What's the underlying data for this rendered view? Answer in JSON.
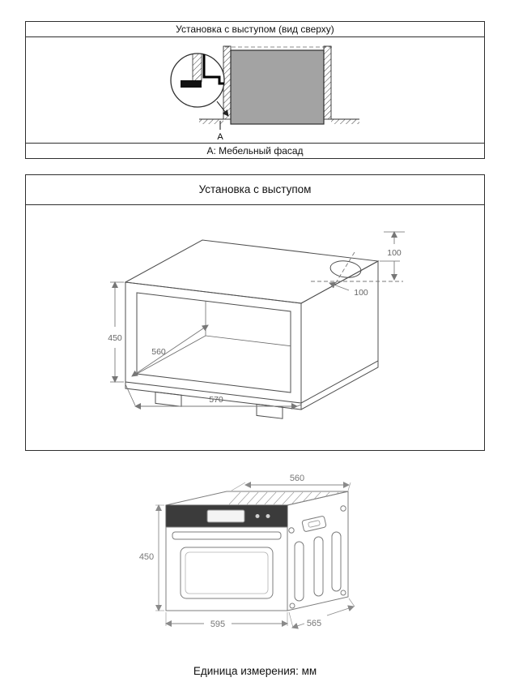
{
  "page": {
    "top_panel": {
      "title": "Установка с выступом (вид сверху)",
      "marker": "A",
      "footer": "A: Мебельный фасад"
    },
    "middle_panel": {
      "title": "Установка с выступом",
      "dims": {
        "height": "450",
        "depth": "560",
        "width": "570",
        "top_offset": "100",
        "side_offset": "100"
      }
    },
    "bottom_panel": {
      "dims": {
        "top_width": "560",
        "height": "450",
        "bottom_width": "595",
        "depth": "565"
      }
    },
    "units_note": "Единица измерения: мм"
  },
  "colors": {
    "outline": "#2e2e2e",
    "drawing_line": "#4f4f4f",
    "dimension": "#777777",
    "oven_fill": "#a3a3a3",
    "panel_fill": "#3b3b3b"
  }
}
